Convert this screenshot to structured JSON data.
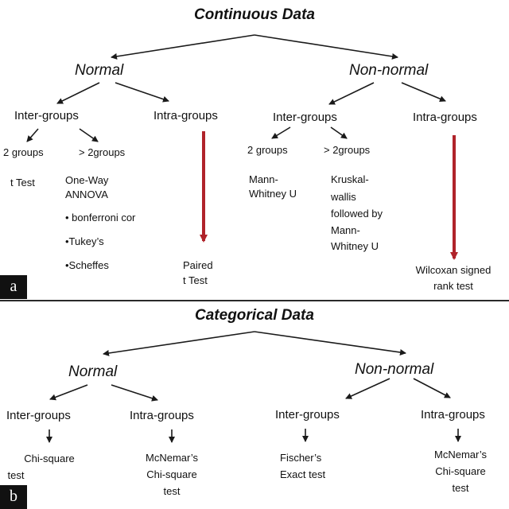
{
  "panel_a": {
    "label": "a",
    "title": "Continuous Data",
    "normal": "Normal",
    "non_normal": "Non-normal",
    "normal_inter": "Inter-groups",
    "normal_intra": "Intra-groups",
    "nn_inter": "Inter-groups",
    "nn_intra": "Intra-groups",
    "n_two_groups": "2 groups",
    "n_more_groups": "> 2groups",
    "n_two_test": "t Test",
    "n_more_test_1": "One-Way",
    "n_more_test_2": "ANNOVA",
    "posthoc": [
      "• bonferroni cor",
      "•Tukey’s",
      "•Scheffes"
    ],
    "paired_1": "Paired",
    "paired_2": "t Test",
    "nn_two_groups": "2 groups",
    "nn_more_groups": "> 2groups",
    "mw_1": "Mann-",
    "mw_2": "Whitney U",
    "kw": [
      "Kruskal-",
      "wallis",
      "followed by",
      "Mann-",
      "Whitney U"
    ],
    "wilcoxon_1": "Wilcoxan signed",
    "wilcoxon_2": "rank test"
  },
  "panel_b": {
    "label": "b",
    "title": "Categorical  Data",
    "normal": "Normal",
    "non_normal": "Non-normal",
    "normal_inter": "Inter-groups",
    "normal_intra": "Intra-groups",
    "nn_inter": "Inter-groups",
    "nn_intra": "Intra-groups",
    "chi_1": "Chi-square",
    "chi_2": "test",
    "mcn_1": [
      "McNemar’s",
      "Chi-square",
      "test"
    ],
    "fisher_1": "Fischer’s",
    "fisher_2": "Exact test",
    "mcn_2": [
      "McNemar’s",
      "Chi-square",
      "test"
    ]
  },
  "colors": {
    "arrow": "#1a1a1a",
    "red_arrow": "#b0232a",
    "badge": "#111111"
  }
}
